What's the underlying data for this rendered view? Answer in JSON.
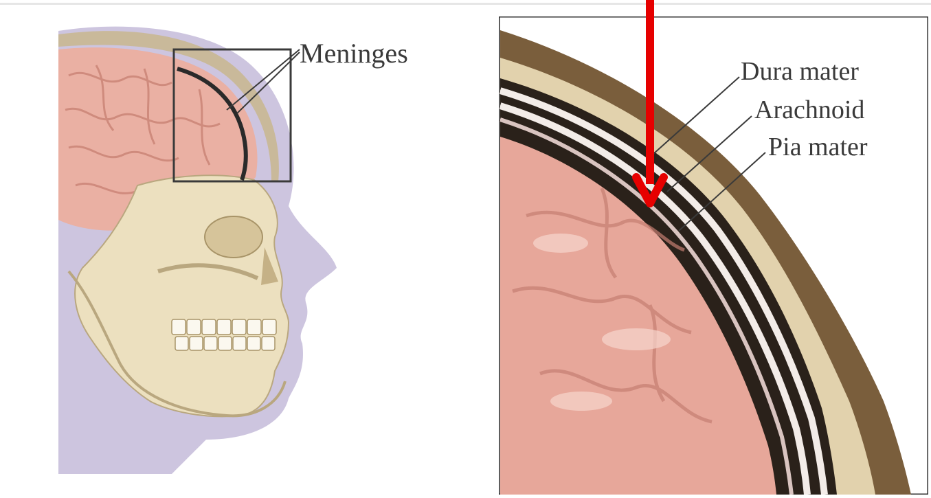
{
  "left_figure": {
    "callout_label": "Meninges"
  },
  "right_figure": {
    "layer_labels": {
      "dura": "Dura mater",
      "arachnoid": "Arachnoid",
      "pia": "Pia mater"
    }
  },
  "annotation": {
    "arrow_color": "#e60000",
    "direction": "down"
  },
  "colors": {
    "brain": "#e8a79a",
    "bone": "#e9dcb8",
    "silhouette": "#c9c1dc",
    "scalp": "#7a5e3c",
    "label_text": "#3a3a3a"
  }
}
